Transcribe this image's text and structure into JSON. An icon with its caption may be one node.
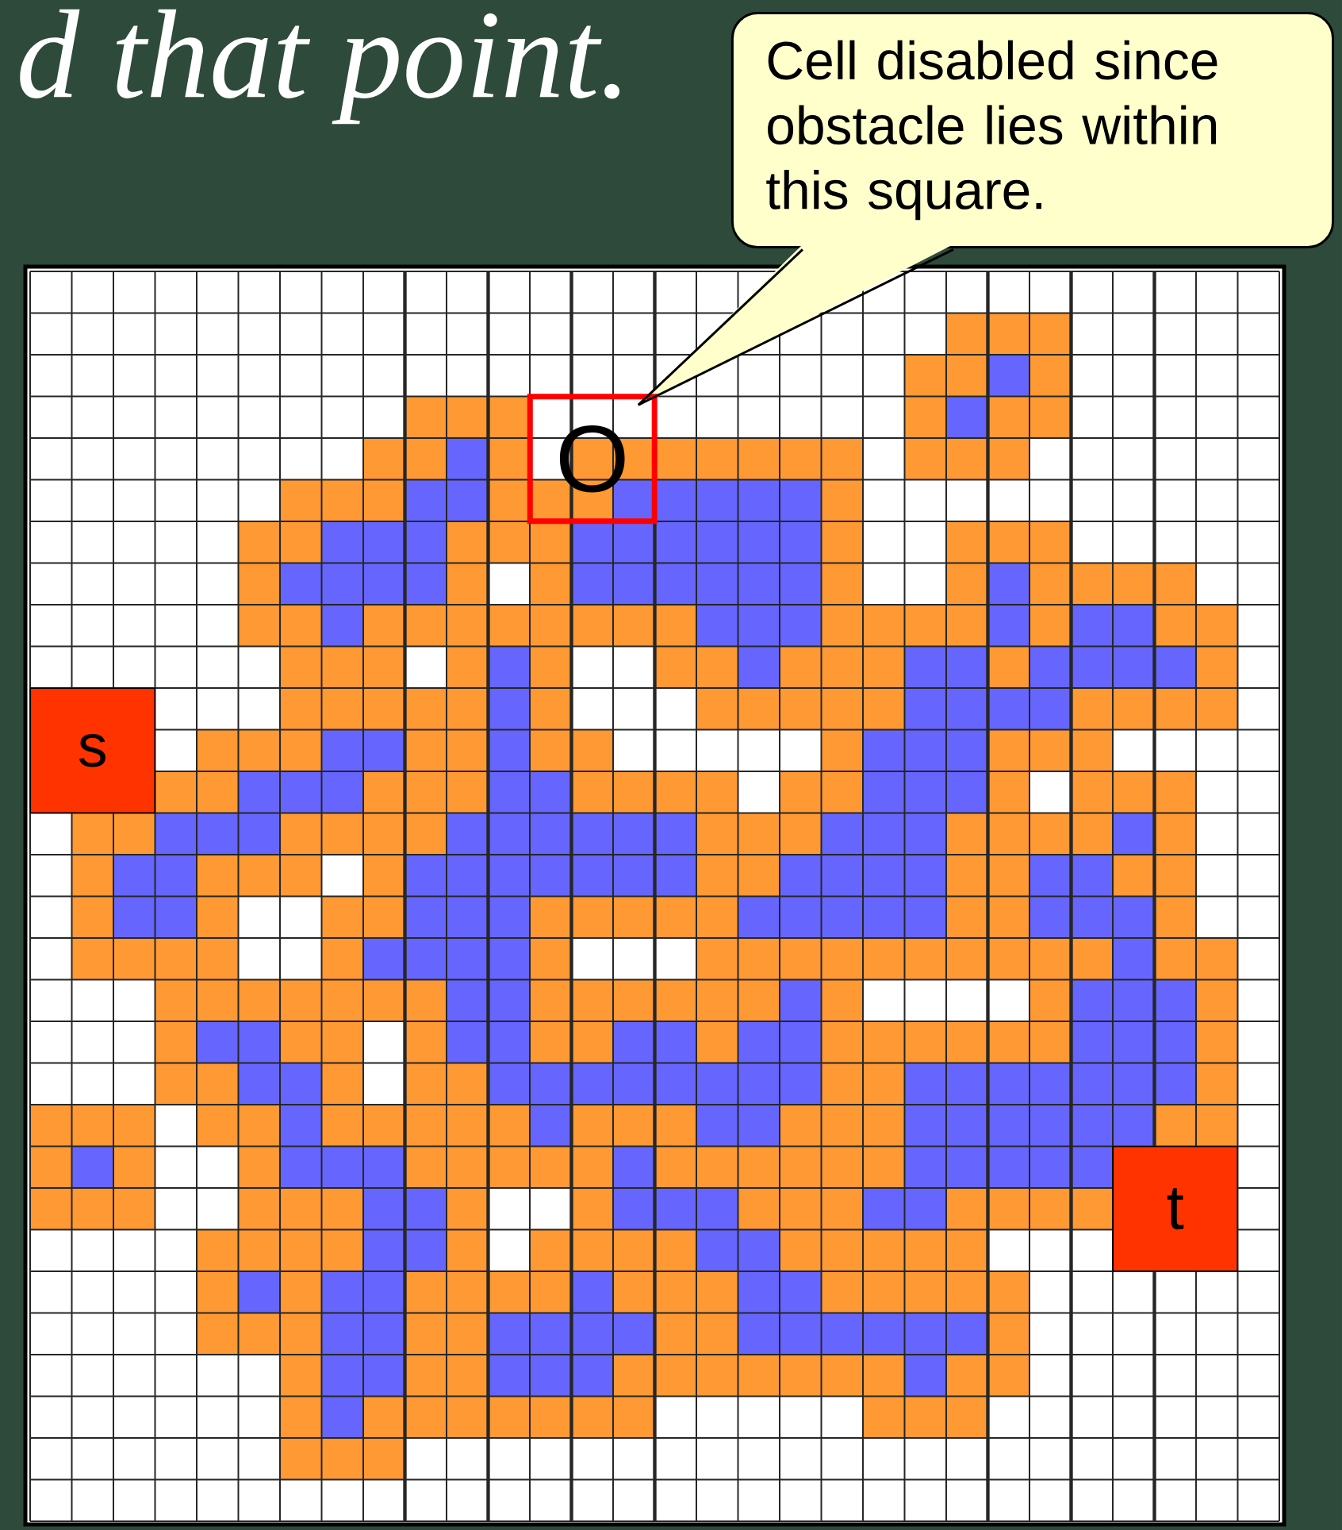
{
  "diagram": {
    "title": "d that point.",
    "nodes": [
      {
        "text": [
          "Cell disabled since obstacle lies within this square."
        ]
      },
      {
        "text": [
          "O"
        ]
      },
      {
        "text": [
          "s"
        ]
      },
      {
        "text": [
          "t"
        ]
      }
    ],
    "edges": [
      {
        "from": 0,
        "to": 1,
        "arrow": "none"
      }
    ]
  }
}
